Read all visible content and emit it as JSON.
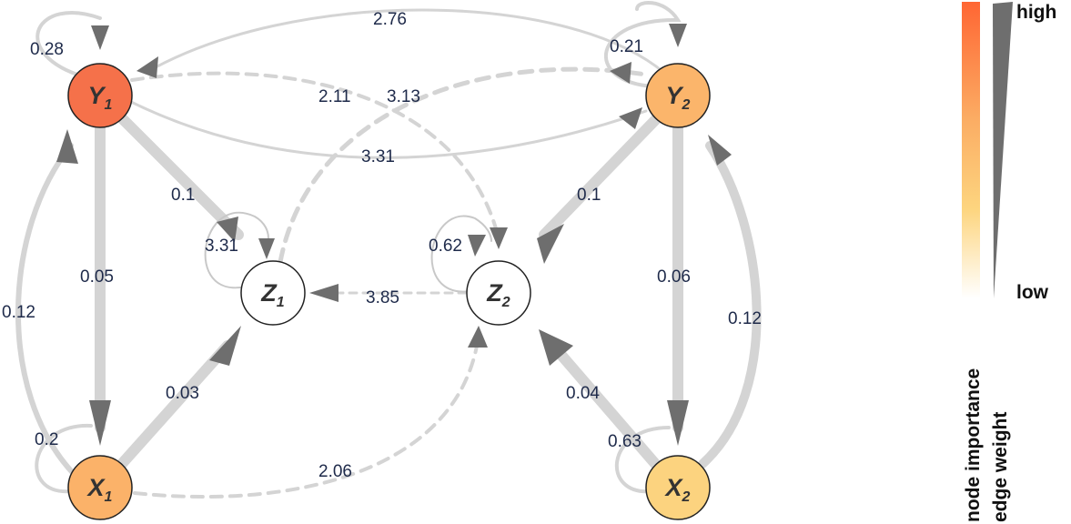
{
  "nodes": {
    "Y1": {
      "letter": "Y",
      "sub": "1",
      "color": "#f5714a"
    },
    "Y2": {
      "letter": "Y",
      "sub": "2",
      "color": "#fbb56b"
    },
    "X1": {
      "letter": "X",
      "sub": "1",
      "color": "#fbb269"
    },
    "X2": {
      "letter": "X",
      "sub": "2",
      "color": "#fcd37f"
    },
    "Z1": {
      "letter": "Z",
      "sub": "1",
      "color": "#ffffff"
    },
    "Z2": {
      "letter": "Z",
      "sub": "2",
      "color": "#ffffff"
    }
  },
  "edges": {
    "y1_self": "0.28",
    "y2_to_y1": "2.76",
    "y2_self": "0.21",
    "y2_to_z2": "2.11",
    "z1_to_y2": "3.13",
    "y1_to_y2": "3.31",
    "y1_to_z1": "0.1",
    "y2_to_z2_b": "0.1",
    "z1_self": "3.31",
    "z2_self": "0.62",
    "y1_to_x1": "0.05",
    "x1_to_y1": "0.12",
    "z2_to_z1": "3.85",
    "y2_to_x2": "0.06",
    "x2_to_y2": "0.12",
    "x1_to_z1": "0.03",
    "x2_to_z2": "0.04",
    "x1_self": "0.2",
    "x2_self": "0.63",
    "x1_to_z2": "2.06"
  },
  "legend": {
    "high": "high",
    "low": "low",
    "node_importance": "node importance",
    "edge_weight": "edge weight",
    "gradient_colors": [
      "#ff6633",
      "#fbad64",
      "#fdd57f",
      "#ffffff"
    ]
  }
}
